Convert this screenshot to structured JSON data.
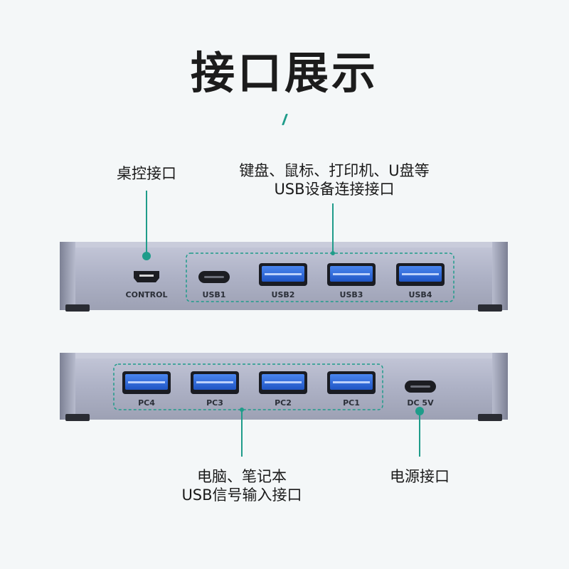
{
  "title": "接口展示",
  "callouts": {
    "desk_control": "桌控接口",
    "usb_devices_line1": "键盘、鼠标、打印机、U盘等",
    "usb_devices_line2": "USB设备连接接口",
    "pc_inputs_line1": "电脑、笔记本",
    "pc_inputs_line2": "USB信号输入接口",
    "power": "电源接口"
  },
  "top_panel": {
    "ports": [
      "CONTROL",
      "USB1",
      "USB2",
      "USB3",
      "USB4"
    ]
  },
  "bottom_panel": {
    "ports": [
      "PC4",
      "PC3",
      "PC2",
      "PC1",
      "DC 5V"
    ]
  },
  "colors": {
    "accent": "#1f9c8a",
    "usb_blue": "#2f6fe0",
    "device_body": "#aeb3c8"
  }
}
